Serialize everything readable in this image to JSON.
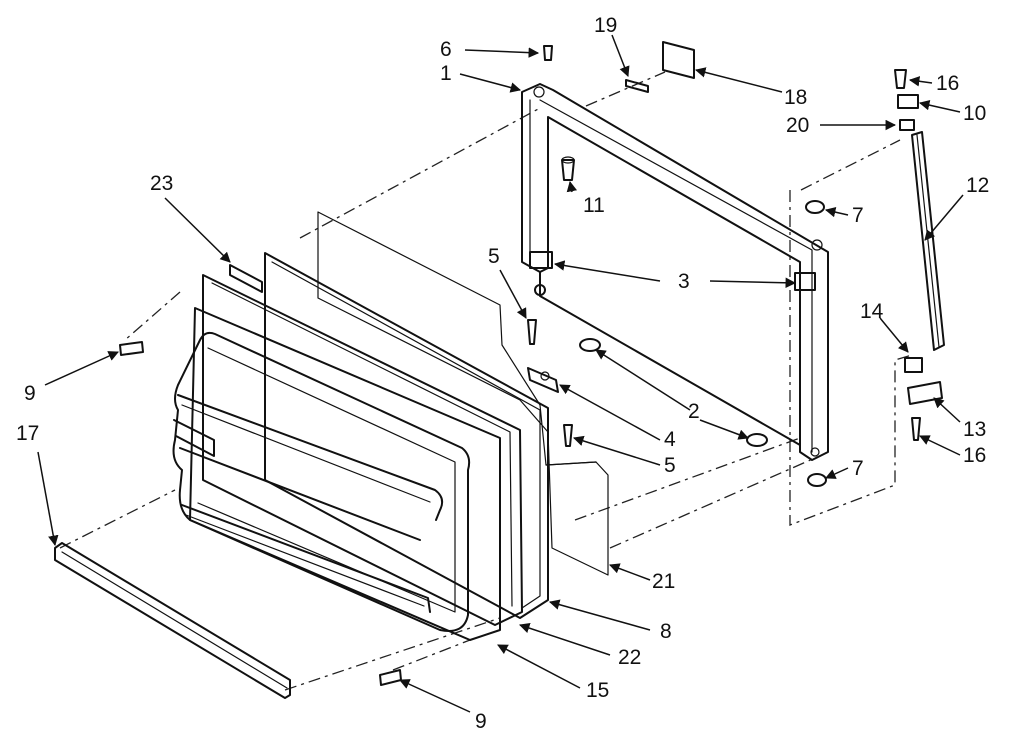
{
  "callouts": {
    "c1": "1",
    "c2": "2",
    "c3": "3",
    "c4": "4",
    "c5a": "5",
    "c5b": "5",
    "c6": "6",
    "c7a": "7",
    "c7b": "7",
    "c8": "8",
    "c9a": "9",
    "c9b": "9",
    "c10": "10",
    "c11": "11",
    "c12": "12",
    "c13": "13",
    "c14": "14",
    "c15": "15",
    "c16a": "16",
    "c16b": "16",
    "c17": "17",
    "c18": "18",
    "c19": "19",
    "c20": "20",
    "c21": "21",
    "c22": "22",
    "c23": "23"
  }
}
